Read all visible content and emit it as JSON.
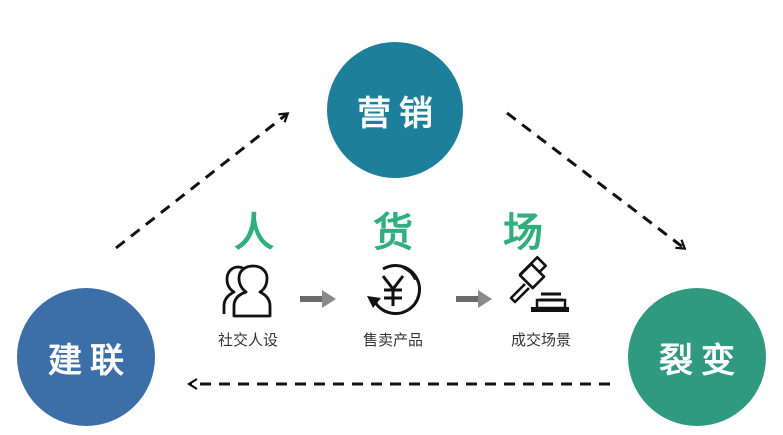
{
  "colors": {
    "marketing": "#1e7f9a",
    "connect": "#3c6ea8",
    "fission": "#2f9a80",
    "green_text": "#2fae7e",
    "arrow_gray": "#666666",
    "dash": "#111111"
  },
  "nodes": {
    "marketing": {
      "label": "营销"
    },
    "connect": {
      "label": "建联"
    },
    "fission": {
      "label": "裂变"
    }
  },
  "pillars": [
    {
      "char": "人",
      "icon": "people-icon",
      "caption": "社交人设"
    },
    {
      "char": "货",
      "icon": "yuan-cycle-icon",
      "caption": "售卖产品"
    },
    {
      "char": "场",
      "icon": "gavel-icon",
      "caption": "成交场景"
    }
  ]
}
